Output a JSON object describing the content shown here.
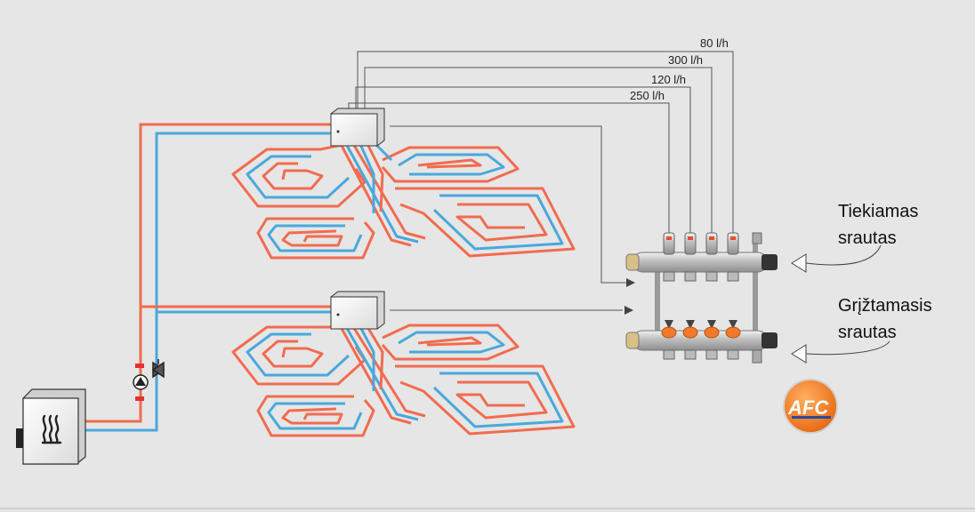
{
  "flows": [
    "80 l/h",
    "300 l/h",
    "120 l/h",
    "250 l/h"
  ],
  "labels": {
    "supply_line1": "Tiekiamas",
    "supply_line2": "srautas",
    "return_line1": "Grįžtamasis",
    "return_line2": "srautas"
  },
  "logo": {
    "text": "AFC"
  },
  "colors": {
    "background": "#e6e6e6",
    "hot_pipe": "#f26b4f",
    "cold_pipe": "#4aa8dc",
    "valve_orange": "#f07a2a",
    "logo_orange": "#f27a1a",
    "line": "#555555"
  },
  "icons": [
    "boiler-icon",
    "pump-icon",
    "thermostat-icon",
    "manifold-icon",
    "logo-icon",
    "arrow-icon"
  ]
}
